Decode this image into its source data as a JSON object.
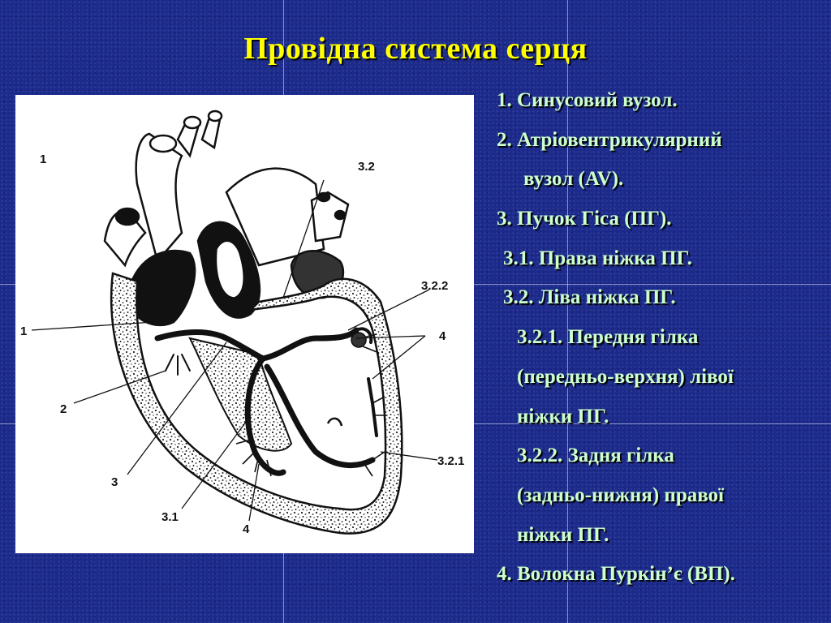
{
  "slide": {
    "title": "Провідна система серця",
    "figure_labels": {
      "n1": "1",
      "n2": "2",
      "n3": "3",
      "n3_1": "3.1",
      "n3_2": "3.2",
      "n3_2_1": "3.2.1",
      "n3_2_2": "3.2.2",
      "n4_right": "4",
      "n4_bottom": "4",
      "corner_mark": "1"
    },
    "legend": [
      "1. Синусовий вузол.",
      "2. Атріовентрикулярний",
      "вузол (AV).",
      "3. Пучок Гіса (ПГ).",
      "3.1. Права ніжка ПГ.",
      "3.2. Ліва ніжка ПГ.",
      "3.2.1. Передня гілка",
      "(передньо-верхня) лівої",
      "ніжки ПГ.",
      "3.2.2. Задня гілка",
      "(задньо-нижня) правої",
      "ніжки ПГ.",
      "4. Волокна Пуркін’є (ВП)."
    ],
    "colors": {
      "background": "#1c2a8c",
      "title": "#ffff00",
      "legend_text": "#ccffcc",
      "figure_background": "#ffffff"
    }
  }
}
